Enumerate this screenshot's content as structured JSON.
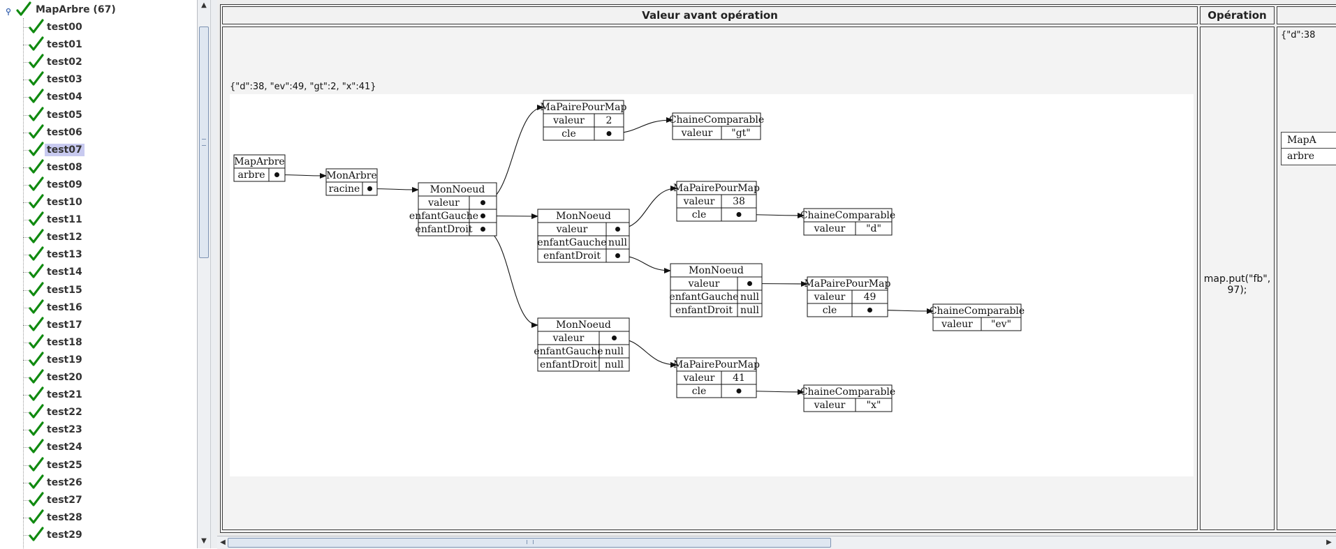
{
  "tree": {
    "root_label": "MapArbre (67)",
    "selected": "test07",
    "items": [
      "test00",
      "test01",
      "test02",
      "test03",
      "test04",
      "test05",
      "test06",
      "test07",
      "test08",
      "test09",
      "test10",
      "test11",
      "test12",
      "test13",
      "test14",
      "test15",
      "test16",
      "test17",
      "test18",
      "test19",
      "test20",
      "test21",
      "test22",
      "test23",
      "test24",
      "test25",
      "test26",
      "test27",
      "test28",
      "test29"
    ],
    "status_icon": "check-icon",
    "status_color": "#108a10"
  },
  "table": {
    "headers": {
      "before": "Valeur avant opération",
      "operation": "Opération"
    },
    "row": {
      "before_json": "{\"d\":38, \"ev\":49, \"gt\":2, \"x\":41}",
      "operation": "map.put(\"fb\", 97);",
      "after_json": "{\"d\":38",
      "after_box_title": "MapA",
      "after_box_field": "arbre"
    }
  },
  "diagram": {
    "nodes": {
      "maparbre": {
        "title": "MapArbre",
        "fields": [
          {
            "name": "arbre",
            "value": "•"
          }
        ]
      },
      "monarbre": {
        "title": "MonArbre",
        "fields": [
          {
            "name": "racine",
            "value": "•"
          }
        ]
      },
      "n_root": {
        "title": "MonNoeud",
        "fields": [
          {
            "name": "valeur",
            "value": "•"
          },
          {
            "name": "enfantGauche",
            "value": "•"
          },
          {
            "name": "enfantDroit",
            "value": "•"
          }
        ]
      },
      "p_gt": {
        "title": "MaPairePourMap",
        "fields": [
          {
            "name": "valeur",
            "value": "2"
          },
          {
            "name": "cle",
            "value": "•"
          }
        ]
      },
      "c_gt": {
        "title": "ChaineComparable",
        "fields": [
          {
            "name": "valeur",
            "value": "\"gt\""
          }
        ]
      },
      "n_left": {
        "title": "MonNoeud",
        "fields": [
          {
            "name": "valeur",
            "value": "•"
          },
          {
            "name": "enfantGauche",
            "value": "null"
          },
          {
            "name": "enfantDroit",
            "value": "•"
          }
        ]
      },
      "p_d": {
        "title": "MaPairePourMap",
        "fields": [
          {
            "name": "valeur",
            "value": "38"
          },
          {
            "name": "cle",
            "value": "•"
          }
        ]
      },
      "c_d": {
        "title": "ChaineComparable",
        "fields": [
          {
            "name": "valeur",
            "value": "\"d\""
          }
        ]
      },
      "n_ev": {
        "title": "MonNoeud",
        "fields": [
          {
            "name": "valeur",
            "value": "•"
          },
          {
            "name": "enfantGauche",
            "value": "null"
          },
          {
            "name": "enfantDroit",
            "value": "null"
          }
        ]
      },
      "p_ev": {
        "title": "MaPairePourMap",
        "fields": [
          {
            "name": "valeur",
            "value": "49"
          },
          {
            "name": "cle",
            "value": "•"
          }
        ]
      },
      "c_ev": {
        "title": "ChaineComparable",
        "fields": [
          {
            "name": "valeur",
            "value": "\"ev\""
          }
        ]
      },
      "n_right": {
        "title": "MonNoeud",
        "fields": [
          {
            "name": "valeur",
            "value": "•"
          },
          {
            "name": "enfantGauche",
            "value": "null"
          },
          {
            "name": "enfantDroit",
            "value": "null"
          }
        ]
      },
      "p_x": {
        "title": "MaPairePourMap",
        "fields": [
          {
            "name": "valeur",
            "value": "41"
          },
          {
            "name": "cle",
            "value": "•"
          }
        ]
      },
      "c_x": {
        "title": "ChaineComparable",
        "fields": [
          {
            "name": "valeur",
            "value": "\"x\""
          }
        ]
      }
    },
    "edges": [
      {
        "from": "maparbre",
        "field": 0,
        "to": "monarbre"
      },
      {
        "from": "monarbre",
        "field": 0,
        "to": "n_root"
      },
      {
        "from": "n_root",
        "field": 0,
        "to": "p_gt"
      },
      {
        "from": "n_root",
        "field": 1,
        "to": "n_left"
      },
      {
        "from": "n_root",
        "field": 2,
        "to": "n_right"
      },
      {
        "from": "p_gt",
        "field": 1,
        "to": "c_gt"
      },
      {
        "from": "n_left",
        "field": 0,
        "to": "p_d"
      },
      {
        "from": "n_left",
        "field": 2,
        "to": "n_ev"
      },
      {
        "from": "p_d",
        "field": 1,
        "to": "c_d"
      },
      {
        "from": "n_ev",
        "field": 0,
        "to": "p_ev"
      },
      {
        "from": "p_ev",
        "field": 1,
        "to": "c_ev"
      },
      {
        "from": "n_right",
        "field": 0,
        "to": "p_x"
      },
      {
        "from": "p_x",
        "field": 1,
        "to": "c_x"
      }
    ]
  }
}
